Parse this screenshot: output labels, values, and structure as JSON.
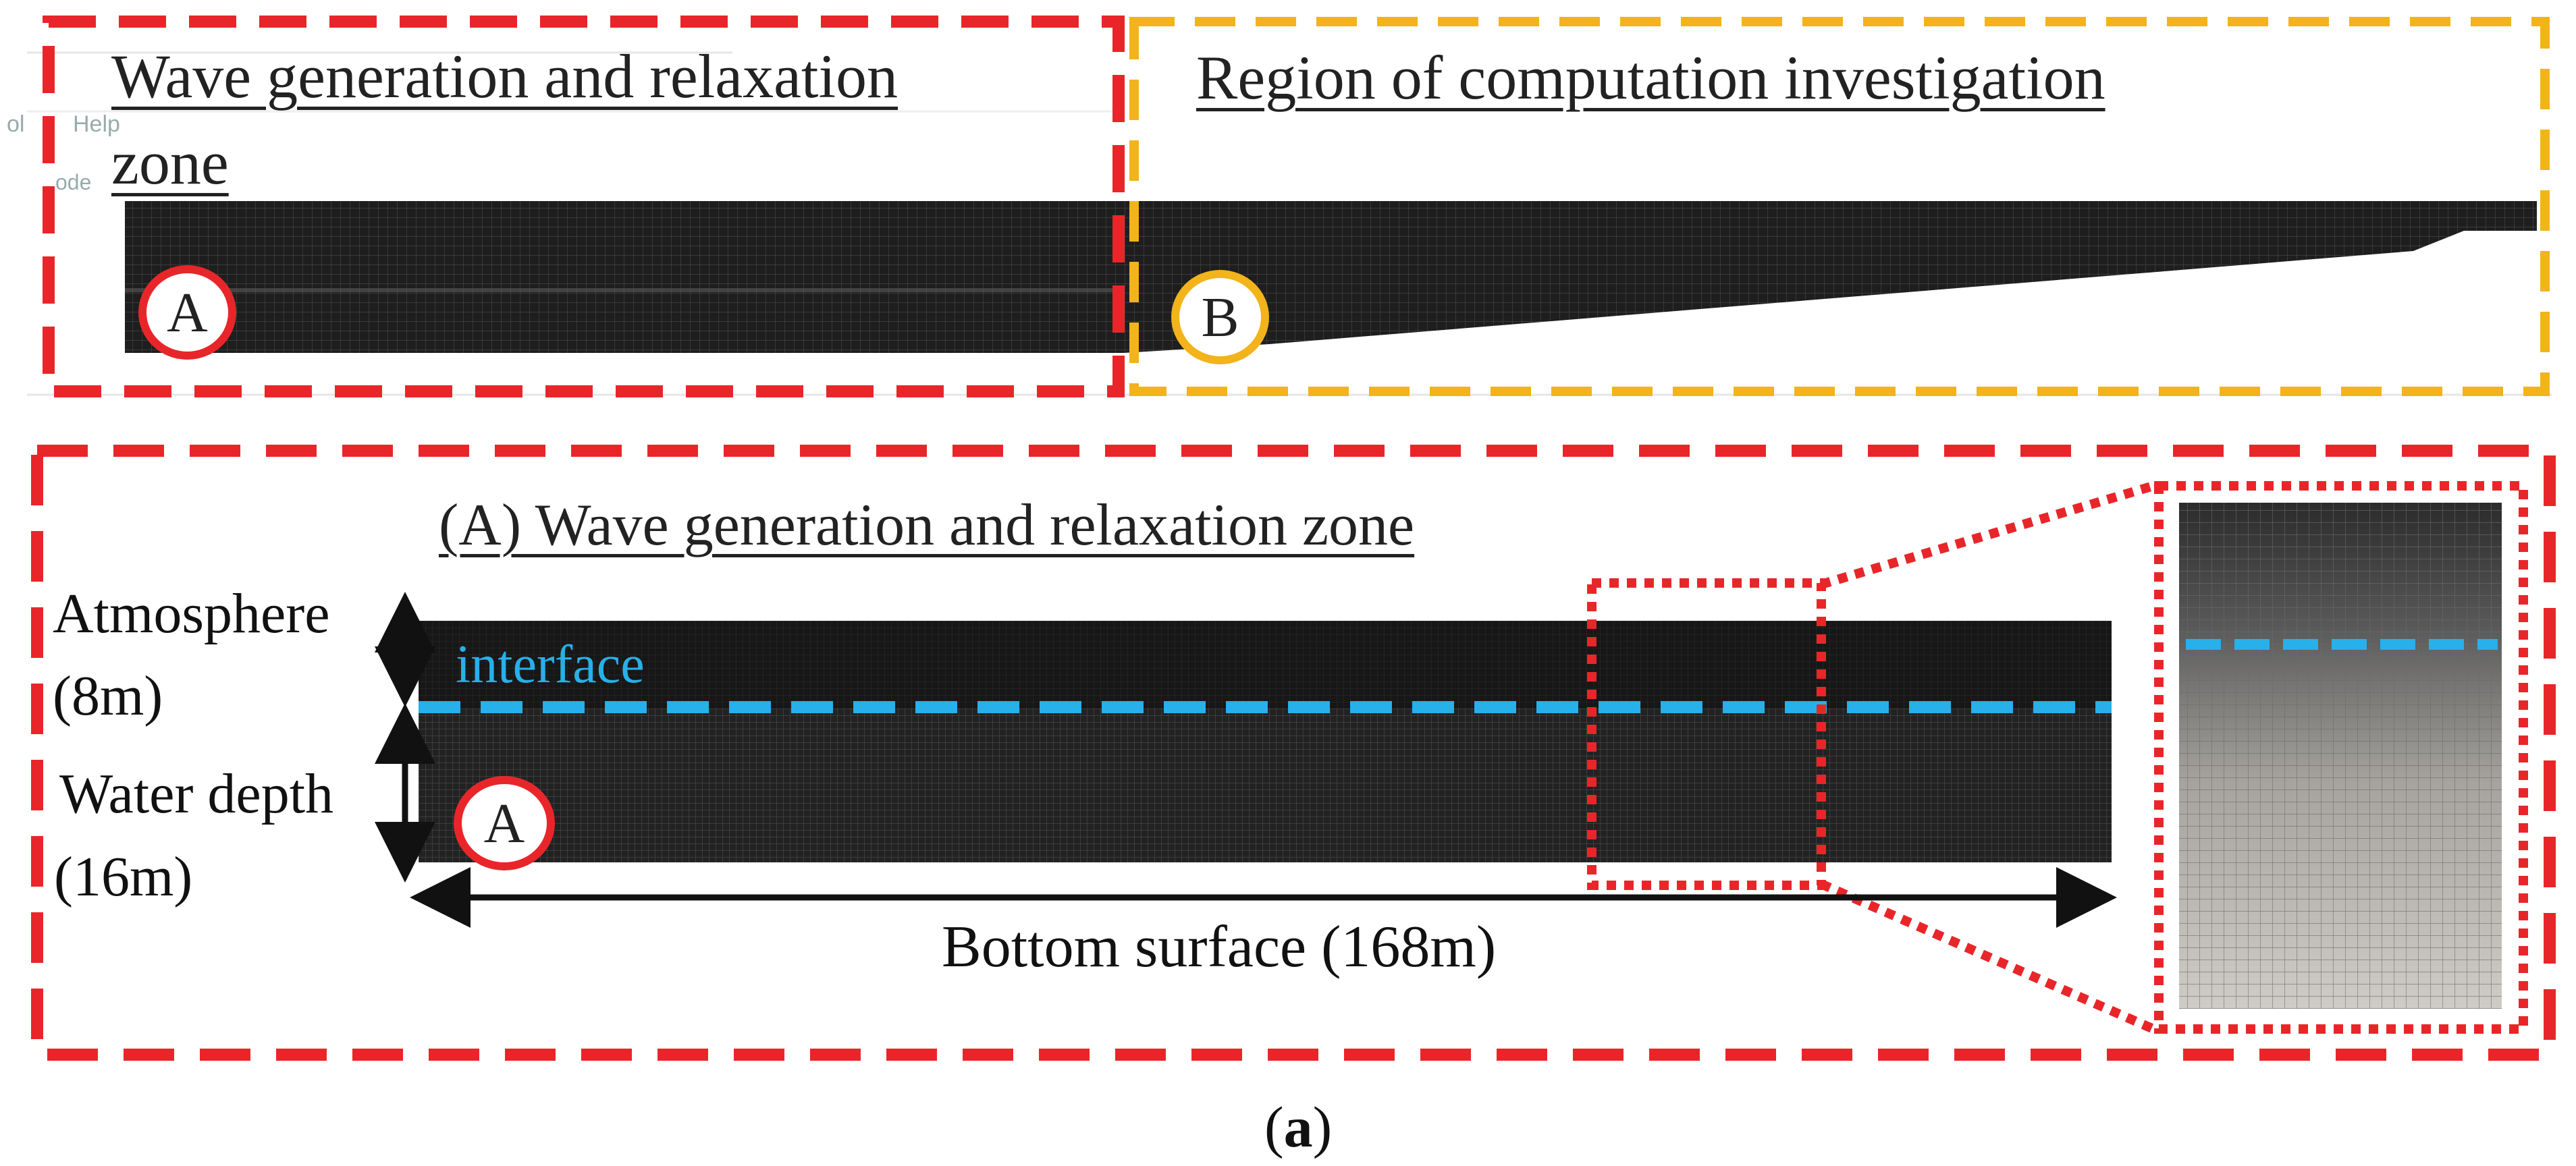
{
  "top_panel": {
    "zone_a_title": "Wave generation and relaxation",
    "zone_a_title_line2": "zone",
    "zone_b_title": "Region of computation investigation",
    "badge_a": "A",
    "badge_b": "B",
    "background_ui_fragments": {
      "menu_left": "ol",
      "menu_help": "Help",
      "mode_label": "ode"
    }
  },
  "detail_panel": {
    "title": "(A) Wave generation and relaxation zone",
    "interface_label": "interface",
    "atmosphere_label": "Atmosphere",
    "atmosphere_value": "(8m)",
    "water_depth_label": "Water depth",
    "water_depth_value": "(16m)",
    "bottom_label": "Bottom surface (168m)",
    "badge_a": "A"
  },
  "caption": {
    "open": "(",
    "letter": "a",
    "close": ")"
  },
  "colors": {
    "zone_a_border": "#e8262a",
    "zone_b_border": "#f2b31b",
    "interface_line": "#27b0ea",
    "mesh_dark": "#1d1d1d",
    "mesh_light": "#3a3a3a",
    "zoom_mesh_top": "#2b2b2b",
    "zoom_mesh_bottom": "#c9c6c0"
  },
  "icons": [
    "double-arrow-vertical-icon",
    "double-arrow-horizontal-icon"
  ]
}
